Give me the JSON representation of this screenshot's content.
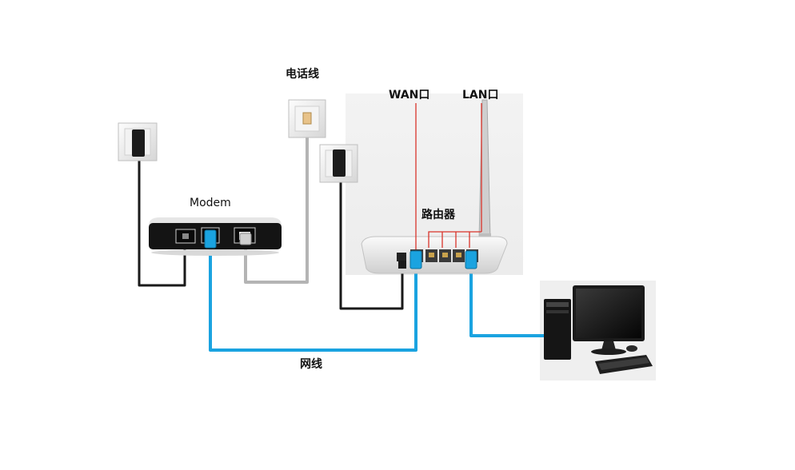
{
  "labels": {
    "phone_line": "电话线",
    "modem": "Modem",
    "wan_port": "WAN口",
    "lan_port": "LAN口",
    "router": "路由器",
    "network_cable": "网线"
  },
  "colors": {
    "power_cable": "#1a1a1a",
    "phone_cable": "#b4b4b4",
    "network_cable": "#1aa3e0",
    "port_leader": "#d9342b"
  }
}
